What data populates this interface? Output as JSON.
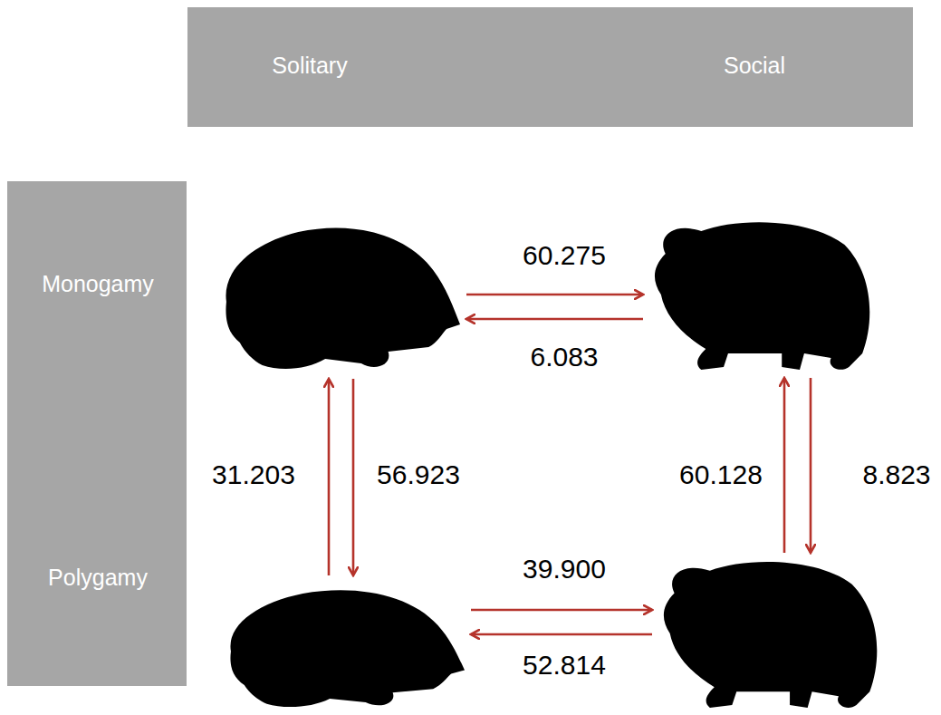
{
  "diagram": {
    "nodes": [
      {
        "text": [
          "Solitary",
          "Social"
        ]
      },
      {
        "text": [
          "Monogamy",
          "Polygamy"
        ]
      },
      {
        "text": []
      },
      {
        "text": []
      },
      {
        "text": []
      },
      {
        "text": []
      }
    ],
    "edges": [
      {
        "from": 2,
        "to": 3,
        "arrow": "to",
        "label": "60.275"
      },
      {
        "from": 3,
        "to": 2,
        "arrow": "to",
        "label": "6.083"
      },
      {
        "from": 4,
        "to": 2,
        "arrow": "to",
        "label": "31.203"
      },
      {
        "from": 2,
        "to": 4,
        "arrow": "to",
        "label": "56.923"
      },
      {
        "from": 5,
        "to": 3,
        "arrow": "to",
        "label": "60.128"
      },
      {
        "from": 3,
        "to": 5,
        "arrow": "to",
        "label": "8.823"
      },
      {
        "from": 4,
        "to": 5,
        "arrow": "to",
        "label": "39.900"
      },
      {
        "from": 5,
        "to": 4,
        "arrow": "to",
        "label": "52.814"
      }
    ]
  }
}
